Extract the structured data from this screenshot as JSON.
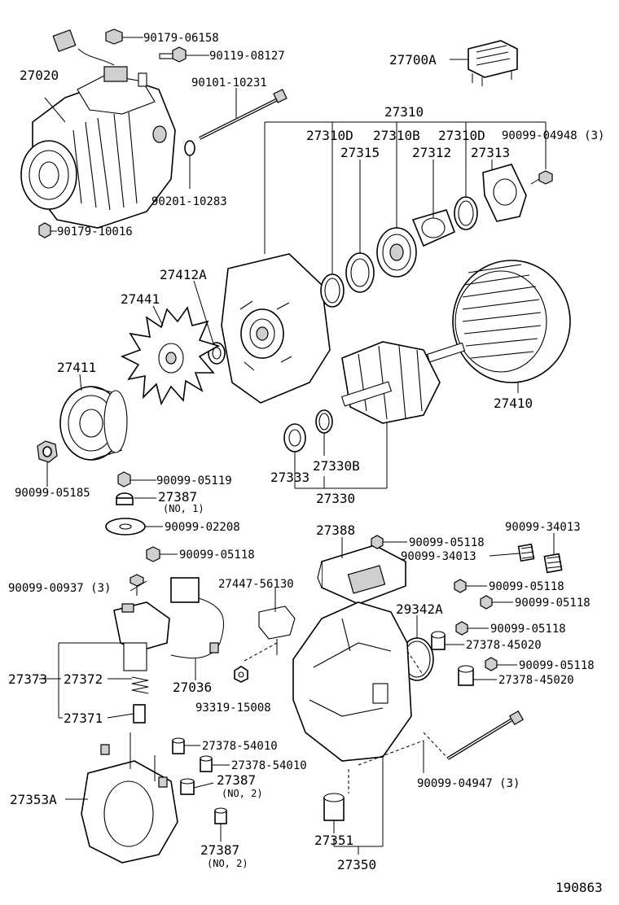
{
  "labels": {
    "l_90179_06158": "90179-06158",
    "l_90119_08127": "90119-08127",
    "l_27020": "27020",
    "l_90101_10231": "90101-10231",
    "l_27700A": "27700A",
    "l_27310": "27310",
    "l_27310D_a": "27310D",
    "l_27310B": "27310B",
    "l_27310D_b": "27310D",
    "l_90099_04948": "90099-04948 (3)",
    "l_27315": "27315",
    "l_27312": "27312",
    "l_27313": "27313",
    "l_90201_10283": "90201-10283",
    "l_90179_10016": "90179-10016",
    "l_27412A": "27412A",
    "l_27441": "27441",
    "l_27411": "27411",
    "l_27410": "27410",
    "l_90099_05185": "90099-05185",
    "l_90099_05119": "90099-05119",
    "l_27387_no1": "27387",
    "l_no1": "(NO, 1)",
    "l_27333": "27333",
    "l_27330B": "27330B",
    "l_27330": "27330",
    "l_90099_02208": "90099-02208",
    "l_27388": "27388",
    "l_90099_05118_a": "90099-05118",
    "l_90099_34013_a": "90099-34013",
    "l_90099_34013_b": "90099-34013",
    "l_90099_05118_b": "90099-05118",
    "l_90099_00937": "90099-00937 (3)",
    "l_27447_56130": "27447-56130",
    "l_90099_05118_c": "90099-05118",
    "l_90099_05118_d": "90099-05118",
    "l_29342A": "29342A",
    "l_90099_05118_e": "90099-05118",
    "l_27378_45020_a": "27378-45020",
    "l_27373": "27373",
    "l_27372": "27372",
    "l_27036": "27036",
    "l_93319_15008": "93319-15008",
    "l_90099_05118_f": "90099-05118",
    "l_27378_45020_b": "27378-45020",
    "l_27371": "27371",
    "l_27378_54010_a": "27378-54010",
    "l_27378_54010_b": "27378-54010",
    "l_90099_04947": "90099-04947 (3)",
    "l_27353A": "27353A",
    "l_27387_no2a": "27387",
    "l_no2a": "(NO, 2)",
    "l_27351": "27351",
    "l_27387_no2b": "27387",
    "l_no2b": "(NO, 2)",
    "l_27350": "27350",
    "l_190863": "190863"
  }
}
